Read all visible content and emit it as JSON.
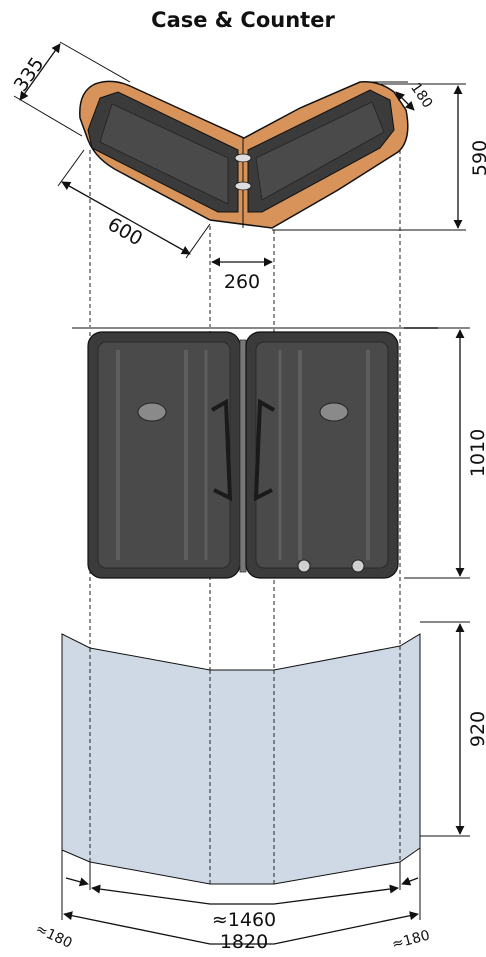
{
  "title": "Case & Counter",
  "colors": {
    "counter_wood": "#d8935a",
    "case_dark": "#3b3b3b",
    "case_mid": "#555555",
    "graphic_panel": "#cfd9e6",
    "line": "#111111"
  },
  "dimensions": {
    "top_side_depth": "335",
    "top_end_depth": "180",
    "top_height": "590",
    "top_arm_length": "600",
    "top_joint_width": "260",
    "case_height": "1010",
    "panel_height": "920",
    "inner_width": "≈1460",
    "outer_width": "1820",
    "left_offset": "≈180",
    "right_offset": "≈180"
  },
  "icons": {
    "case_logo": "oval-badge-icon"
  }
}
